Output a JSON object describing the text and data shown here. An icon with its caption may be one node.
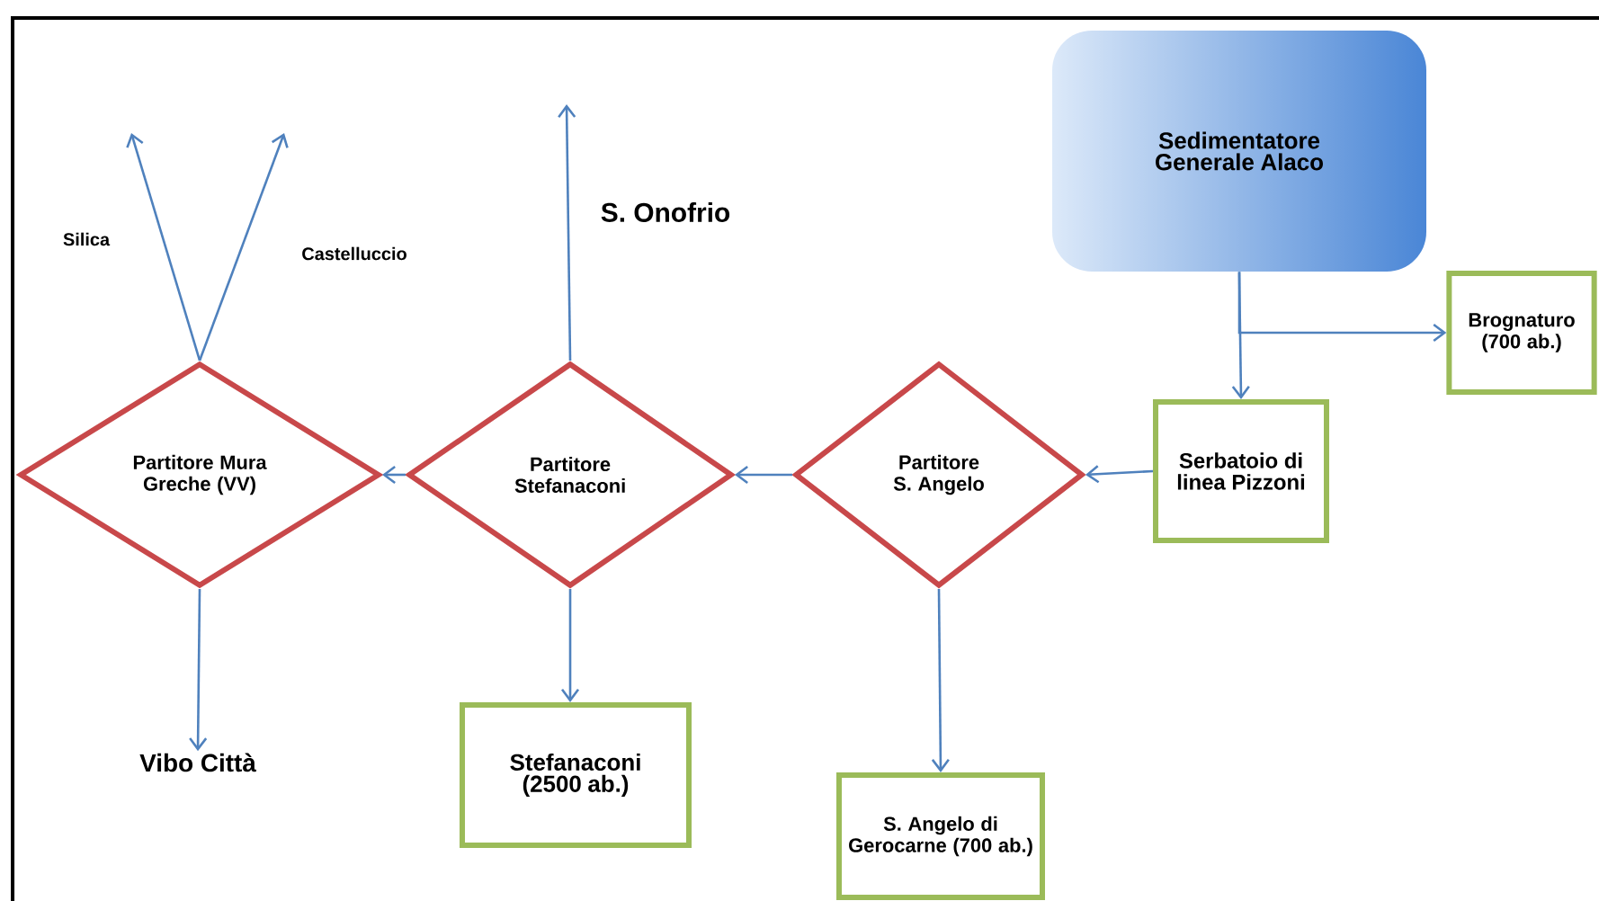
{
  "diagram": {
    "nodes": [
      {
        "text": [
          "Sedimentatore Generale Alaco"
        ]
      },
      {
        "text": [
          "Brognaturo (700 ab.)"
        ]
      },
      {
        "text": [
          "Serbatoio di linea Pizzoni"
        ]
      },
      {
        "text": [
          "Partitore S. Angelo"
        ]
      },
      {
        "text": [
          "Partitore Stefanaconi"
        ]
      },
      {
        "text": [
          "Partitore Mura Greche (VV)"
        ]
      },
      {
        "text": [
          "Stefanaconi (2500 ab.)"
        ]
      },
      {
        "text": [
          "S. Angelo di Gerocarne (700 ab.)"
        ]
      },
      {
        "text": [
          "Vibo Città"
        ]
      }
    ],
    "edges": [
      {
        "from": 0,
        "to": 2,
        "arrow": "to"
      },
      {
        "from": 0,
        "to": 1,
        "arrow": "to"
      },
      {
        "from": 2,
        "to": 3,
        "arrow": "to"
      },
      {
        "from": 3,
        "to": 4,
        "arrow": "to"
      },
      {
        "from": 4,
        "to": 5,
        "arrow": "to"
      },
      {
        "from": 3,
        "to": 7,
        "arrow": "to"
      },
      {
        "from": 4,
        "to": 6,
        "arrow": "to"
      },
      {
        "from": 5,
        "to": 8,
        "arrow": "to"
      },
      {
        "from": 4,
        "to": null,
        "arrow": "to",
        "label": "S. Onofrio"
      },
      {
        "from": 5,
        "to": null,
        "arrow": "to",
        "label": "Silica"
      },
      {
        "from": 5,
        "to": null,
        "arrow": "to",
        "label": "Castelluccio"
      }
    ]
  }
}
